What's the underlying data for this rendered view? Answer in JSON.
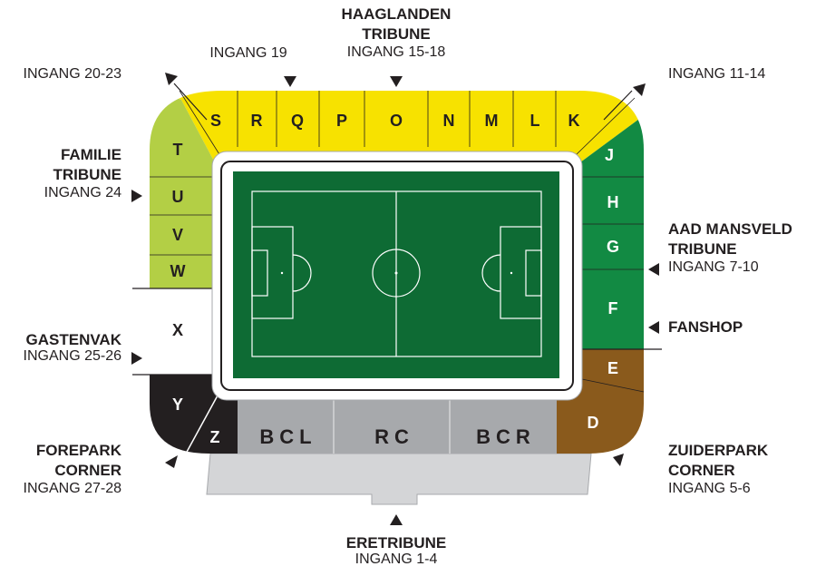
{
  "colors": {
    "yellow": "#f7e200",
    "lime": "#b3cf45",
    "green": "#128a43",
    "brown": "#8a5a1c",
    "black": "#231f20",
    "grey": "#a7a9ac",
    "light_grey": "#d4d5d7",
    "pitch": "#0e6b34"
  },
  "sections": {
    "yellow": [
      "S",
      "R",
      "Q",
      "P",
      "O",
      "N",
      "M",
      "L",
      "K"
    ],
    "green": [
      "J",
      "H",
      "G",
      "F"
    ],
    "brown": [
      "E",
      "D"
    ],
    "lime": [
      "T",
      "U",
      "V",
      "W"
    ],
    "away": "X",
    "corner_black": [
      "Y",
      "Z"
    ],
    "main_stand": [
      "BCL",
      "RC",
      "BCR"
    ]
  },
  "labels": {
    "ingang_20_23": "INGANG 20-23",
    "ingang_19": "INGANG 19",
    "haaglanden": "HAAGLANDEN TRIBUNE",
    "ingang_15_18": "INGANG 15-18",
    "ingang_11_14": "INGANG 11-14",
    "familie": "FAMILIE TRIBUNE",
    "ingang_24": "INGANG 24",
    "aad_mansveld": "AAD MANSVELD TRIBUNE",
    "ingang_7_10": "INGANG 7-10",
    "fanshop": "FANSHOP",
    "gastenvak": "GASTENVAK",
    "ingang_25_26": "INGANG 25-26",
    "forepark": "FOREPARK CORNER",
    "ingang_27_28": "INGANG 27-28",
    "zuiderpark": "ZUIDERPARK CORNER",
    "ingang_5_6": "INGANG 5-6",
    "eretribune": "ERETRIBUNE",
    "ingang_1_4": "INGANG 1-4"
  }
}
